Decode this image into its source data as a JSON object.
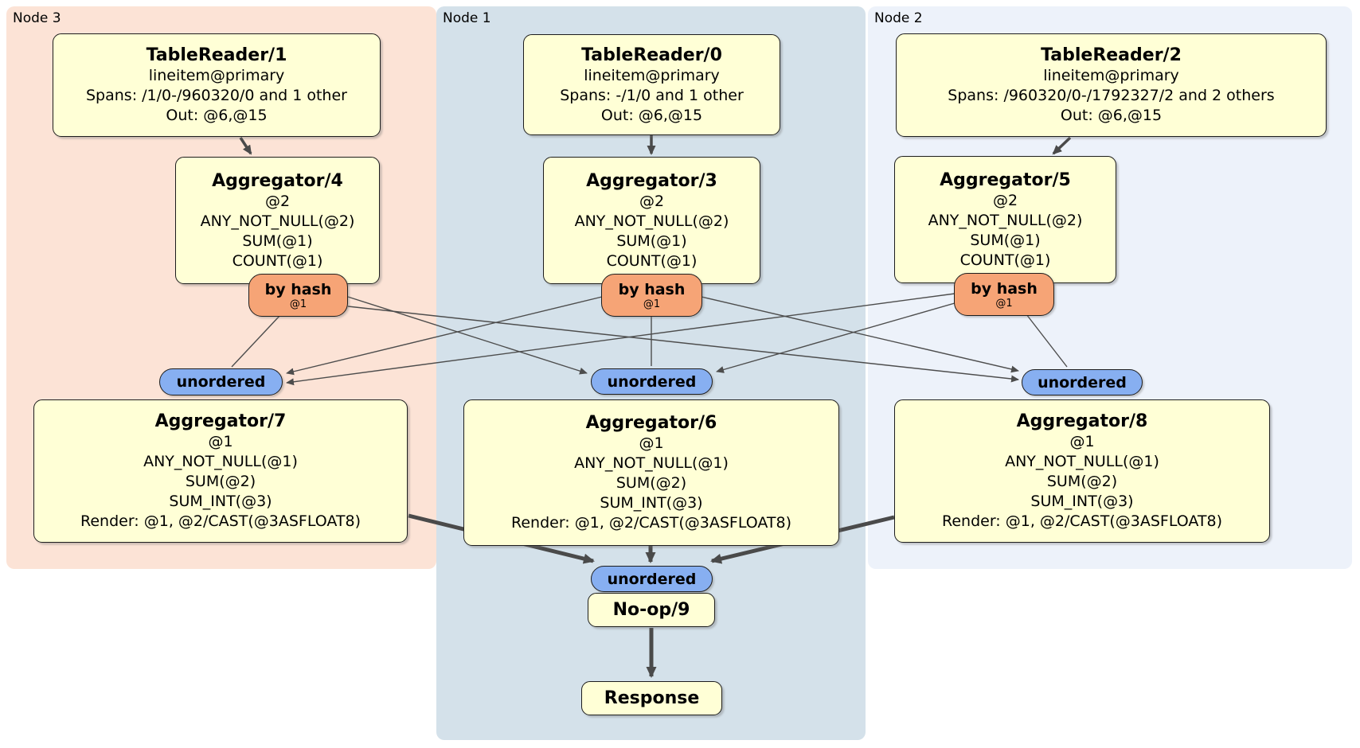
{
  "diagram": {
    "panels": {
      "node3": {
        "label": "Node 3",
        "color": "#fce3d6"
      },
      "node1": {
        "label": "Node 1",
        "color": "#d4e1ea"
      },
      "node2": {
        "label": "Node 2",
        "color": "#edf2fa"
      }
    },
    "colors": {
      "processor_fill": "#ffffd6",
      "router_fill": "#f6a476",
      "sync_fill": "#87aff1",
      "edge": "#4d4d4d",
      "border": "#1d1d1d"
    },
    "processors": {
      "tr1": {
        "title": "TableReader/1",
        "lines": [
          "lineitem@primary",
          "Spans: /1/0-/960320/0 and 1 other",
          "Out: @6,@15"
        ]
      },
      "tr0": {
        "title": "TableReader/0",
        "lines": [
          "lineitem@primary",
          "Spans: -/1/0 and 1 other",
          "Out: @6,@15"
        ]
      },
      "tr2": {
        "title": "TableReader/2",
        "lines": [
          "lineitem@primary",
          "Spans: /960320/0-/1792327/2 and 2 others",
          "Out: @6,@15"
        ]
      },
      "agg4": {
        "title": "Aggregator/4",
        "lines": [
          "@2",
          "ANY_NOT_NULL(@2)",
          "SUM(@1)",
          "COUNT(@1)"
        ]
      },
      "agg3": {
        "title": "Aggregator/3",
        "lines": [
          "@2",
          "ANY_NOT_NULL(@2)",
          "SUM(@1)",
          "COUNT(@1)"
        ]
      },
      "agg5": {
        "title": "Aggregator/5",
        "lines": [
          "@2",
          "ANY_NOT_NULL(@2)",
          "SUM(@1)",
          "COUNT(@1)"
        ]
      },
      "agg7": {
        "title": "Aggregator/7",
        "lines": [
          "@1",
          "ANY_NOT_NULL(@1)",
          "SUM(@2)",
          "SUM_INT(@3)",
          "Render: @1, @2/CAST(@3ASFLOAT8)"
        ]
      },
      "agg6": {
        "title": "Aggregator/6",
        "lines": [
          "@1",
          "ANY_NOT_NULL(@1)",
          "SUM(@2)",
          "SUM_INT(@3)",
          "Render: @1, @2/CAST(@3ASFLOAT8)"
        ]
      },
      "agg8": {
        "title": "Aggregator/8",
        "lines": [
          "@1",
          "ANY_NOT_NULL(@1)",
          "SUM(@2)",
          "SUM_INT(@3)",
          "Render: @1, @2/CAST(@3ASFLOAT8)"
        ]
      },
      "noop": {
        "title": "No-op/9"
      },
      "response": {
        "title": "Response"
      }
    },
    "routers": {
      "h3": {
        "label": "by hash",
        "detail": "@1"
      },
      "h1": {
        "label": "by hash",
        "detail": "@1"
      },
      "h2": {
        "label": "by hash",
        "detail": "@1"
      }
    },
    "syncs": {
      "u3": {
        "label": "unordered"
      },
      "u1": {
        "label": "unordered"
      },
      "u2": {
        "label": "unordered"
      },
      "ub": {
        "label": "unordered"
      }
    }
  }
}
